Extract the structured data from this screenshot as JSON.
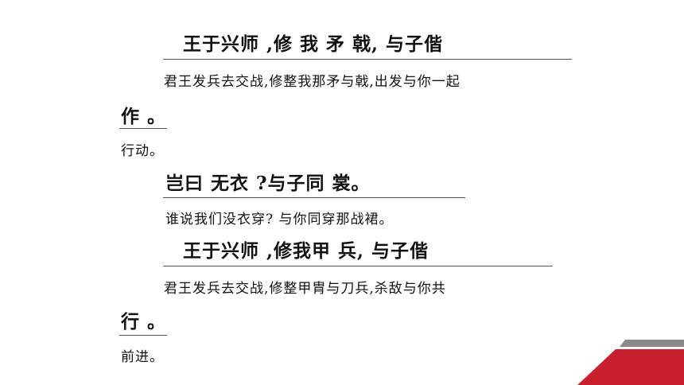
{
  "verses": [
    {
      "original": "王于兴师 ,修 我 矛 戟, 与子偕",
      "translation": "君王发兵去交战,修整我那矛与戟,出发与你一起"
    },
    {
      "original": "作 。",
      "translation": "行动。"
    },
    {
      "original": "岂曰 无衣 ?与子同 裳。",
      "translation": "谁说我们没衣穿? 与你同穿那战裙。"
    },
    {
      "original": "王于兴师 ,修我甲 兵, 与子偕",
      "translation": "君王发兵去交战,修整甲胄与刀兵,杀敌与你共"
    },
    {
      "original": "行 。",
      "translation": "前进。"
    }
  ],
  "colors": {
    "accent_red": "#c8202f",
    "accent_gray": "#8a8a8a"
  }
}
